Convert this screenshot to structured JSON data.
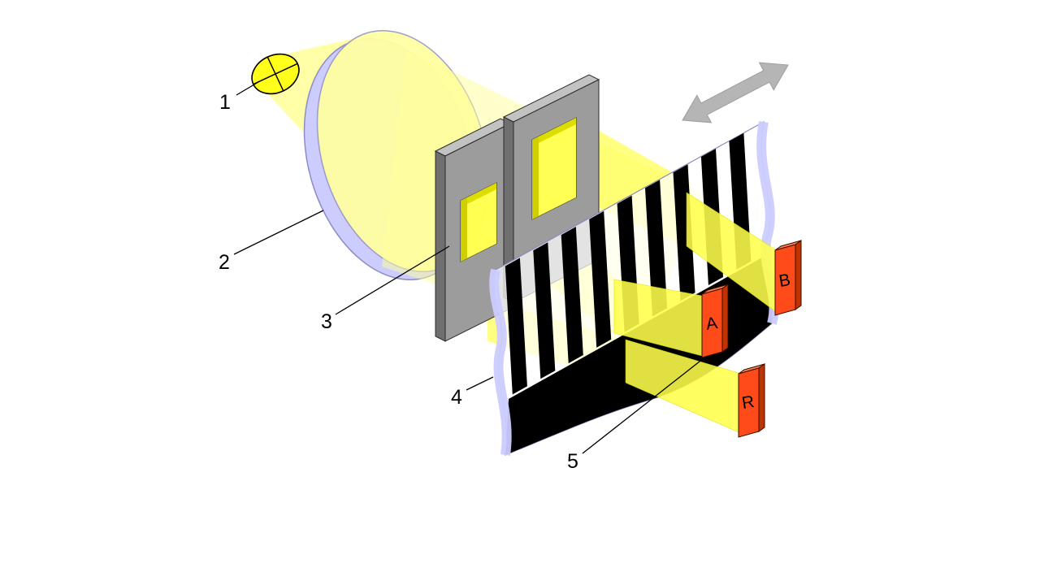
{
  "figure": {
    "callouts": [
      "1",
      "2",
      "3",
      "4",
      "5"
    ],
    "detectors": [
      "A",
      "B",
      "R"
    ],
    "colors": {
      "beam": "#FFFF99",
      "beam_bright": "#FFFF4D",
      "source": "#FFFF1A",
      "lens_rim": "#CCCCFF",
      "lens_face": "#FFFFA3",
      "mask_front": "#9C9C9C",
      "mask_side": "#6F6F6F",
      "mask_top": "#C2C2C2",
      "window_shade": "#DDDD00",
      "window_shade2": "#CFCF00",
      "scale_edge": "#CCCCFF",
      "stripe": "#000000",
      "detector_front": "#FF4A1A",
      "detector_side": "#BF3300",
      "detector_top": "#FF8050",
      "arrow": "#B5B5B5",
      "ink": "#000000"
    }
  }
}
